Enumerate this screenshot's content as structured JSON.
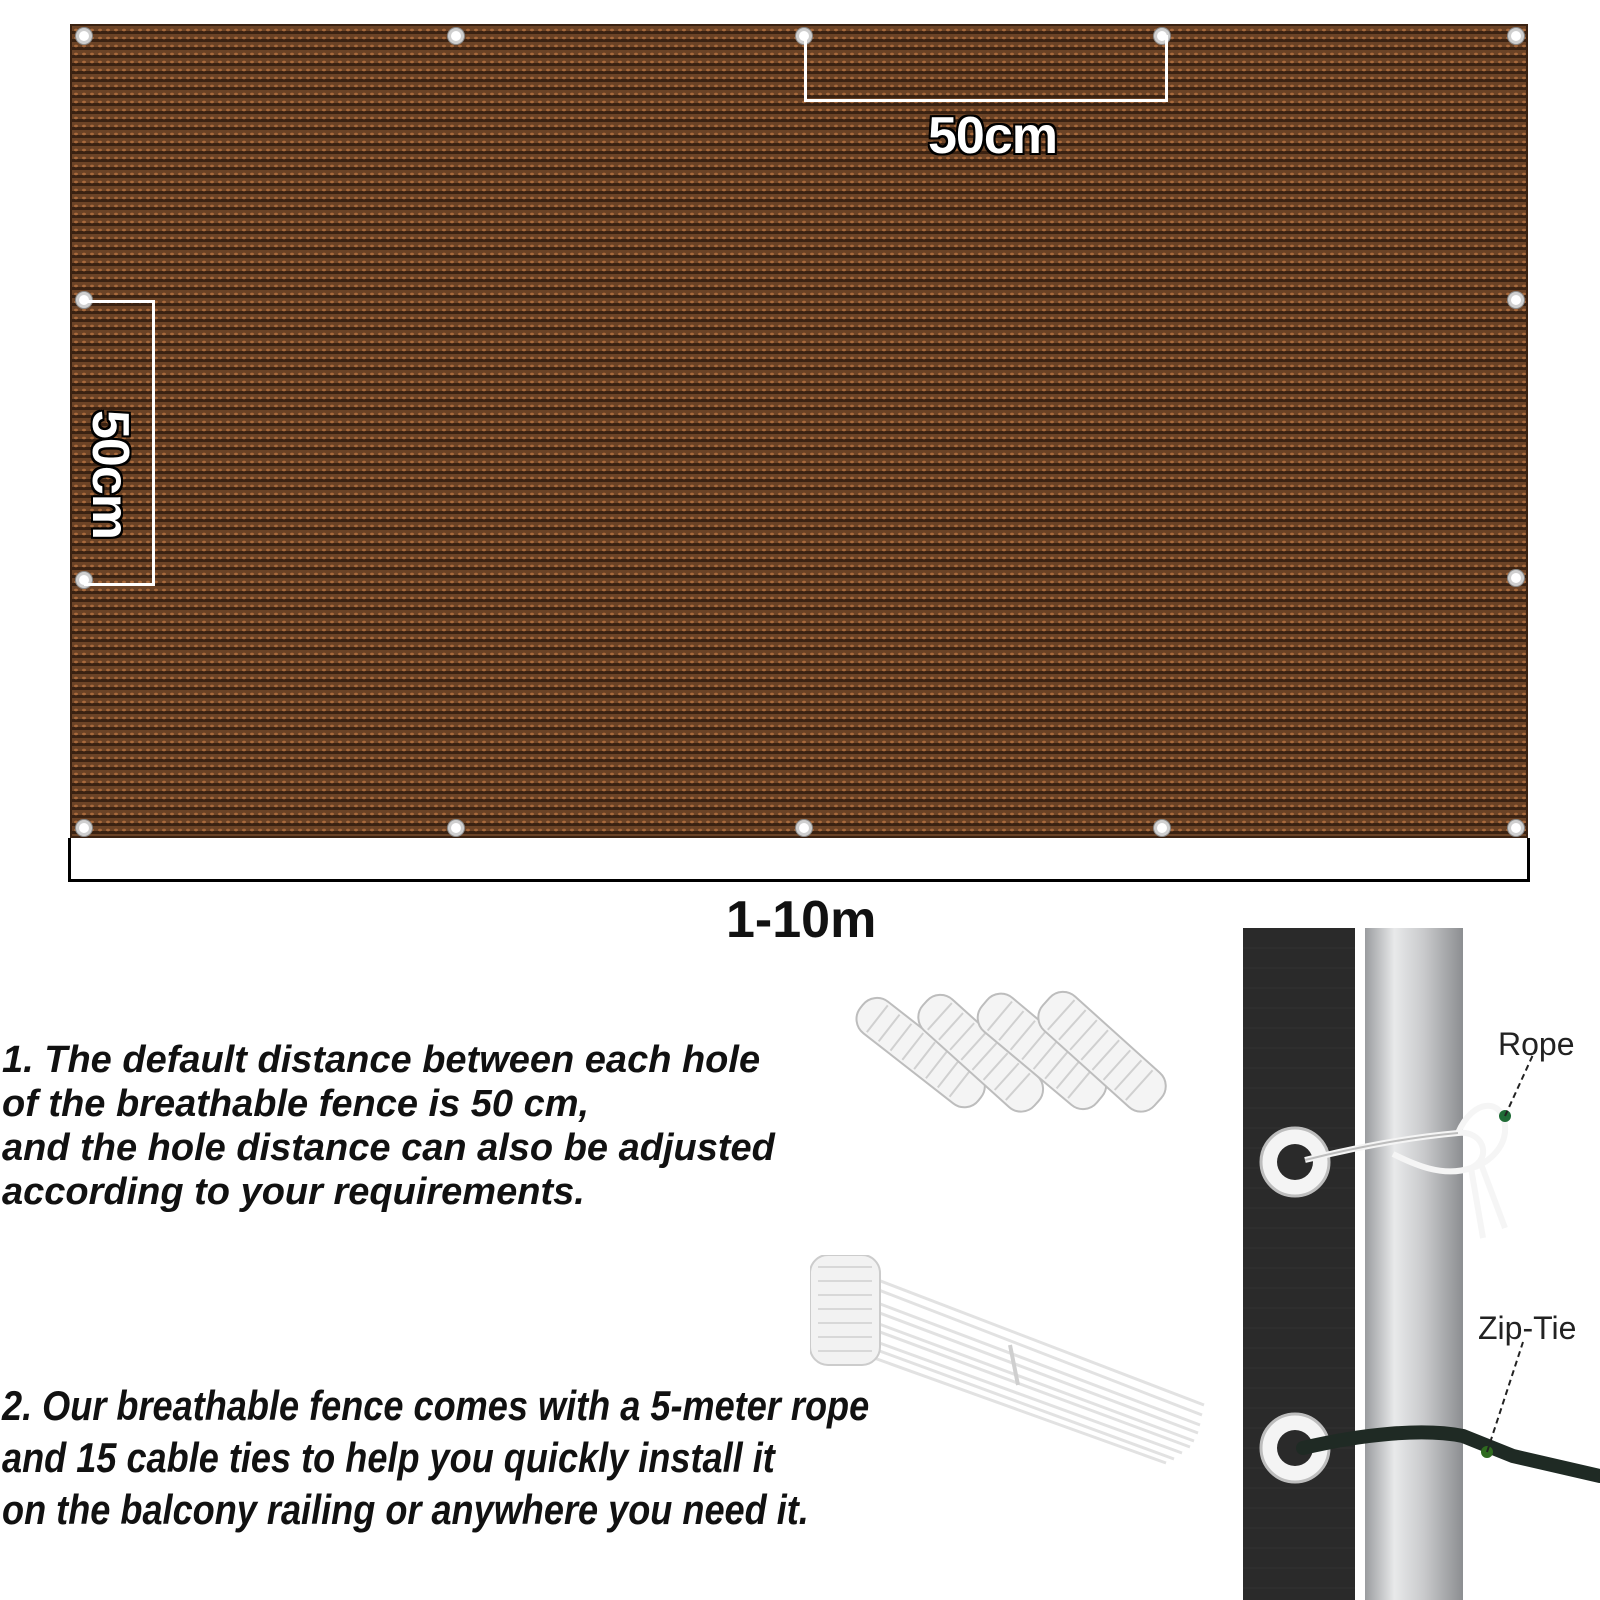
{
  "dimensions": {
    "hole_spacing_horizontal": "50cm",
    "hole_spacing_vertical": "50cm",
    "width_range": "1-10m"
  },
  "description": {
    "point1_lines": [
      "1. The default distance between each hole",
      "of the breathable fence is 50 cm,",
      "and the hole distance can also be adjusted",
      "according to your requirements."
    ],
    "point2_lines": [
      "2. Our breathable fence comes with a 5-meter rope",
      "and 15 cable ties to help you quickly install it",
      "on the balcony railing or anywhere you need it."
    ]
  },
  "install_labels": {
    "rope": "Rope",
    "zip_tie": "Zip-Tie"
  },
  "colors": {
    "fence_brown": "#4a2c18",
    "fence_highlight": "#a86a3c",
    "install_fabric": "#2a2a2a",
    "pole": "#cfd0d2"
  },
  "icons": [
    "grommet-icon",
    "rope-bundle-icon",
    "cable-ties-icon",
    "installation-illustration"
  ]
}
